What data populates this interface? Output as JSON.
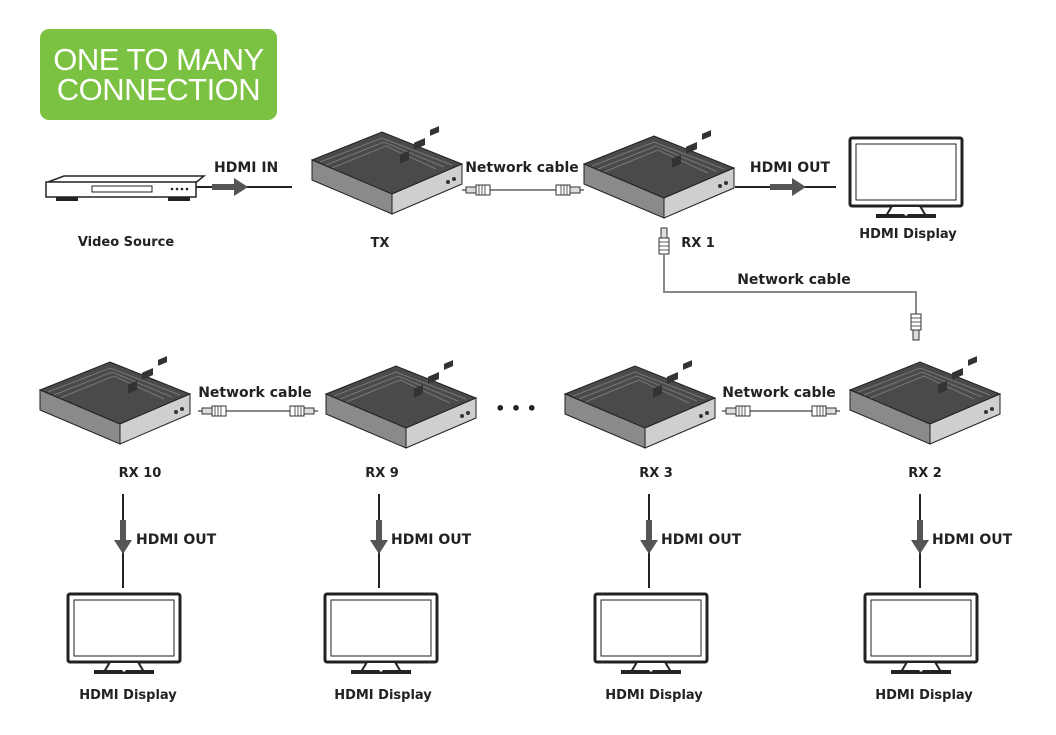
{
  "badge": {
    "line1": "ONE TO MANY",
    "line2": "CONNECTION"
  },
  "labels": {
    "hdmi_in": "HDMI IN",
    "hdmi_out": "HDMI OUT",
    "network_cable": "Network cable",
    "video_source": "Video Source",
    "tx": "TX",
    "rx1": "RX 1",
    "rx2": "RX 2",
    "rx3": "RX 3",
    "rx9": "RX 9",
    "rx10": "RX 10",
    "hdmi_display": "HDMI Display",
    "ellipsis": "• • •"
  },
  "colors": {
    "badge": "#7cc242",
    "line": "#222222",
    "arrow": "#555555",
    "device_top": "#3a3a3a"
  }
}
